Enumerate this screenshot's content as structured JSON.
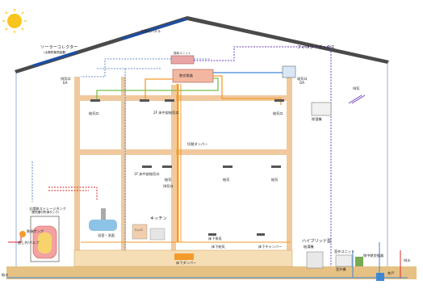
{
  "colors": {
    "wall": "#f0c99e",
    "roof": "#4a4a4a",
    "panel": "#1b4fa8",
    "solar": "#1e73d8",
    "sun": "#f7c51e",
    "foundation": "#e6c184",
    "orange_duct": "#f39a2b",
    "green_duct": "#7cbf4a",
    "blue_duct": "#3d88d6",
    "purple_line": "#6c3bbf",
    "red_line": "#d62b2b",
    "dotted_blue": "#6a8fc7"
  },
  "icons": [
    "sun-icon",
    "solar-panel-icon",
    "filter-icon",
    "antenna-icon",
    "tank-icon",
    "pump-icon",
    "damper-icon"
  ],
  "labels": {
    "solar_panel": "太陽光パネル",
    "solar_collector": "ソーラーコレクター",
    "solar_collector_sub": "（太陽熱集熱装置）",
    "filter_box": "フィルターボックス",
    "exhaust_left": "排気口",
    "exhaust_left_code": "EA",
    "intake_right": "吸気口",
    "intake_right_code": "OA",
    "antenna_label": "排気",
    "heat_exchanger": "熱交換器",
    "upper_unit": "換気ユニット",
    "supply_2f_left": "給気口",
    "supply_2f_mid": "2F 床中部給気口",
    "supply_2f_right": "給気口",
    "supply_1f_left": "1F 床中部給気口",
    "supply_1f_mid": "給気",
    "supply_1f_right": "給気",
    "supply_1f_far": "給気",
    "damper": "切替ダンパー",
    "exhaust_1f": "排気口",
    "storage_tank": "太陽熱ストレージタンク",
    "storage_tank_sub": "（蓄熱槽付貯湯タンク）",
    "heat_pump": "熱源ポンプ",
    "relief_valve": "逃し弁/バルブ",
    "bath": "浴室・洗面",
    "kitchen": "キッチン",
    "kitchen_unit": "コンロ",
    "underfloor": "床下チャンバー",
    "underfloor_supply": "床下給気",
    "underfloor_exhaust": "床下排気",
    "hybrid": "ハイブリッド型",
    "hybrid_sub": "給湯機",
    "outdoor_unit": "室外ユニット",
    "buried_pipe": "地中熱交換器",
    "water_supply": "給水",
    "drain": "排水",
    "well": "井戸",
    "dehumid": "除湿機",
    "floor_damper": "床下ダンパー",
    "outdoor_box": "室外機"
  }
}
